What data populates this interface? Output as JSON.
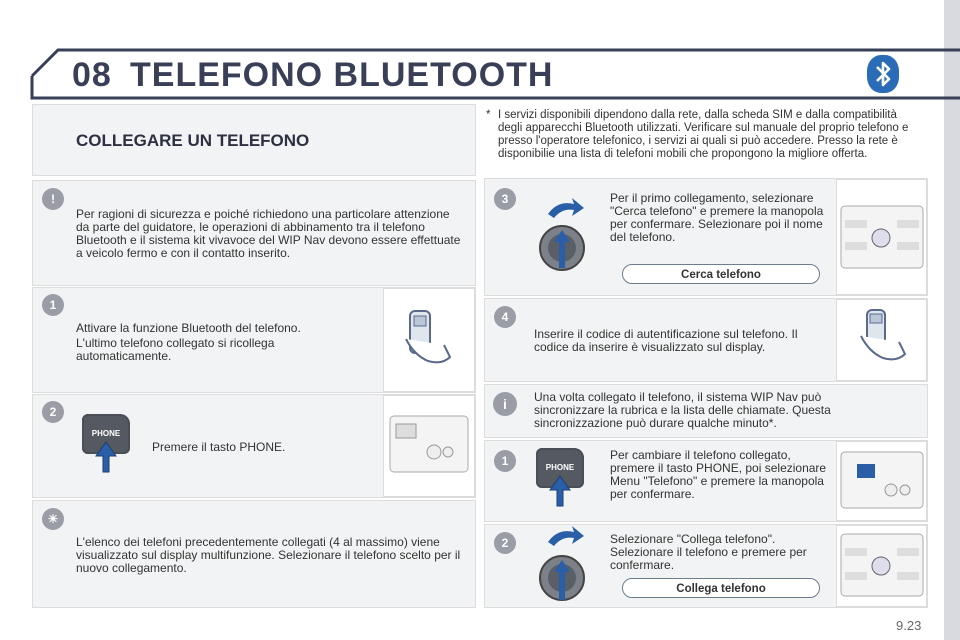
{
  "header": {
    "chapter": "08",
    "title": "TELEFONO BLUETOOTH",
    "icon": "bluetooth-icon"
  },
  "section": {
    "title": "COLLEGARE UN TELEFONO"
  },
  "footnote": {
    "marker": "*",
    "text": "I servizi disponibili dipendono dalla rete, dalla scheda SIM e dalla compatibilità degli apparecchi Bluetooth utilizzati. Verificare sul manuale del proprio telefono e presso l'operatore telefonico, i servizi ai quali si può accedere. Presso la rete è disponibilie una lista di telefoni mobili che propongono la migliore offerta."
  },
  "left": {
    "warning": {
      "badge": "!",
      "text": "Per ragioni di sicurezza e poiché richiedono una particolare attenzione da parte del guidatore, le operazioni di abbinamento tra il telefono Bluetooth e il sistema kit vivavoce del WIP Nav devono essere effettuate a veicolo fermo e con il contatto inserito."
    },
    "step1": {
      "badge": "1",
      "text1": "Attivare la funzione Bluetooth del telefono.",
      "text2": "L'ultimo telefono collegato si ricollega automaticamente."
    },
    "step2": {
      "badge": "2",
      "key_label": "PHONE",
      "text": "Premere il tasto PHONE."
    },
    "tip": {
      "badge": "☀",
      "text": "L'elenco dei telefoni precedentemente collegati (4 al massimo) viene visualizzato sul display multifunzione. Selezionare il telefono scelto per il nuovo collegamento."
    }
  },
  "right": {
    "step3": {
      "badge": "3",
      "text": "Per il primo collegamento, selezionare \"Cerca telefono\" e premere la manopola per confermare. Selezionare poi il nome del telefono.",
      "button": "Cerca telefono"
    },
    "step4": {
      "badge": "4",
      "text": "Inserire il codice di autentificazione sul telefono. Il codice da inserire è visualizzato sul display."
    },
    "info": {
      "badge": "i",
      "text": "Una volta collegato il telefono, il sistema WIP Nav può sincronizzare la rubrica e la lista delle chiamate. Questa sincronizzazione può durare qualche minuto*."
    },
    "step1b": {
      "badge": "1",
      "key_label": "PHONE",
      "text": "Per cambiare il telefono collegato, premere il tasto PHONE, poi selezionare Menu \"Telefono\" e premere la manopola per confermare."
    },
    "step2b": {
      "badge": "2",
      "text": "Selezionare \"Collega telefono\". Selezionare il telefono e premere per confermare.",
      "button": "Collega telefono"
    }
  },
  "page_number": "9.23"
}
